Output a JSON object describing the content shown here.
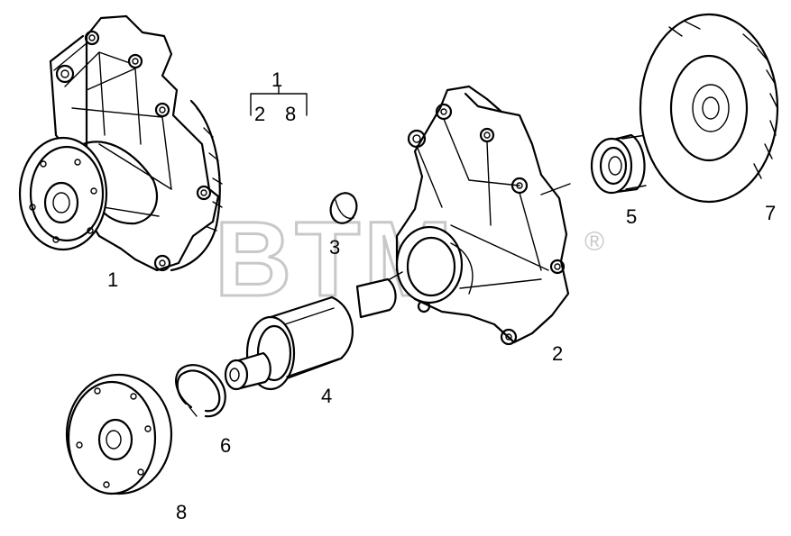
{
  "diagram": {
    "callouts": {
      "water_pump_assembly": "1",
      "pump_housing": "2",
      "plug": "3",
      "bearing_shaft": "4",
      "seal": "5",
      "retaining_ring": "6",
      "impeller": "7",
      "pulley_hub": "8"
    },
    "assembly_key": {
      "parent": "1",
      "children": [
        "2",
        "8"
      ]
    },
    "watermark": {
      "text": "BTM",
      "mark": "®"
    }
  }
}
